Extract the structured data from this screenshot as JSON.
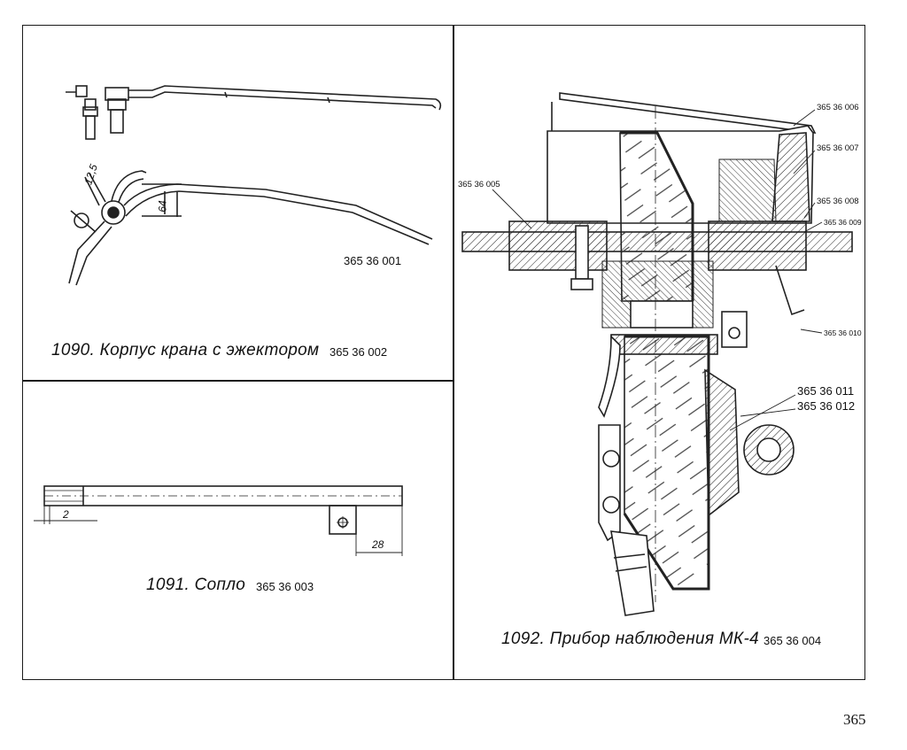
{
  "fig1090": {
    "caption": "1090. Корпус крана с эжектором",
    "code_caption": "365 36 002",
    "code_part": "365 36 001",
    "dim_a": "12,5",
    "dim_b": "64"
  },
  "fig1091": {
    "caption": "1091. Сопло",
    "code": "365 36 003",
    "dim_a": "2",
    "dim_b": "28"
  },
  "fig1092": {
    "caption": "1092.  Прибор наблюдения МК-4",
    "code": "365 36 004",
    "refs": {
      "r005": "365 36 005",
      "r006": "365 36 006",
      "r007": "365 36 007",
      "r008": "365 36 008",
      "r009": "365 36 009",
      "r010": "365 36 010",
      "r011": "365 36 011",
      "r012": "365 36 012"
    }
  },
  "page_number": "365"
}
